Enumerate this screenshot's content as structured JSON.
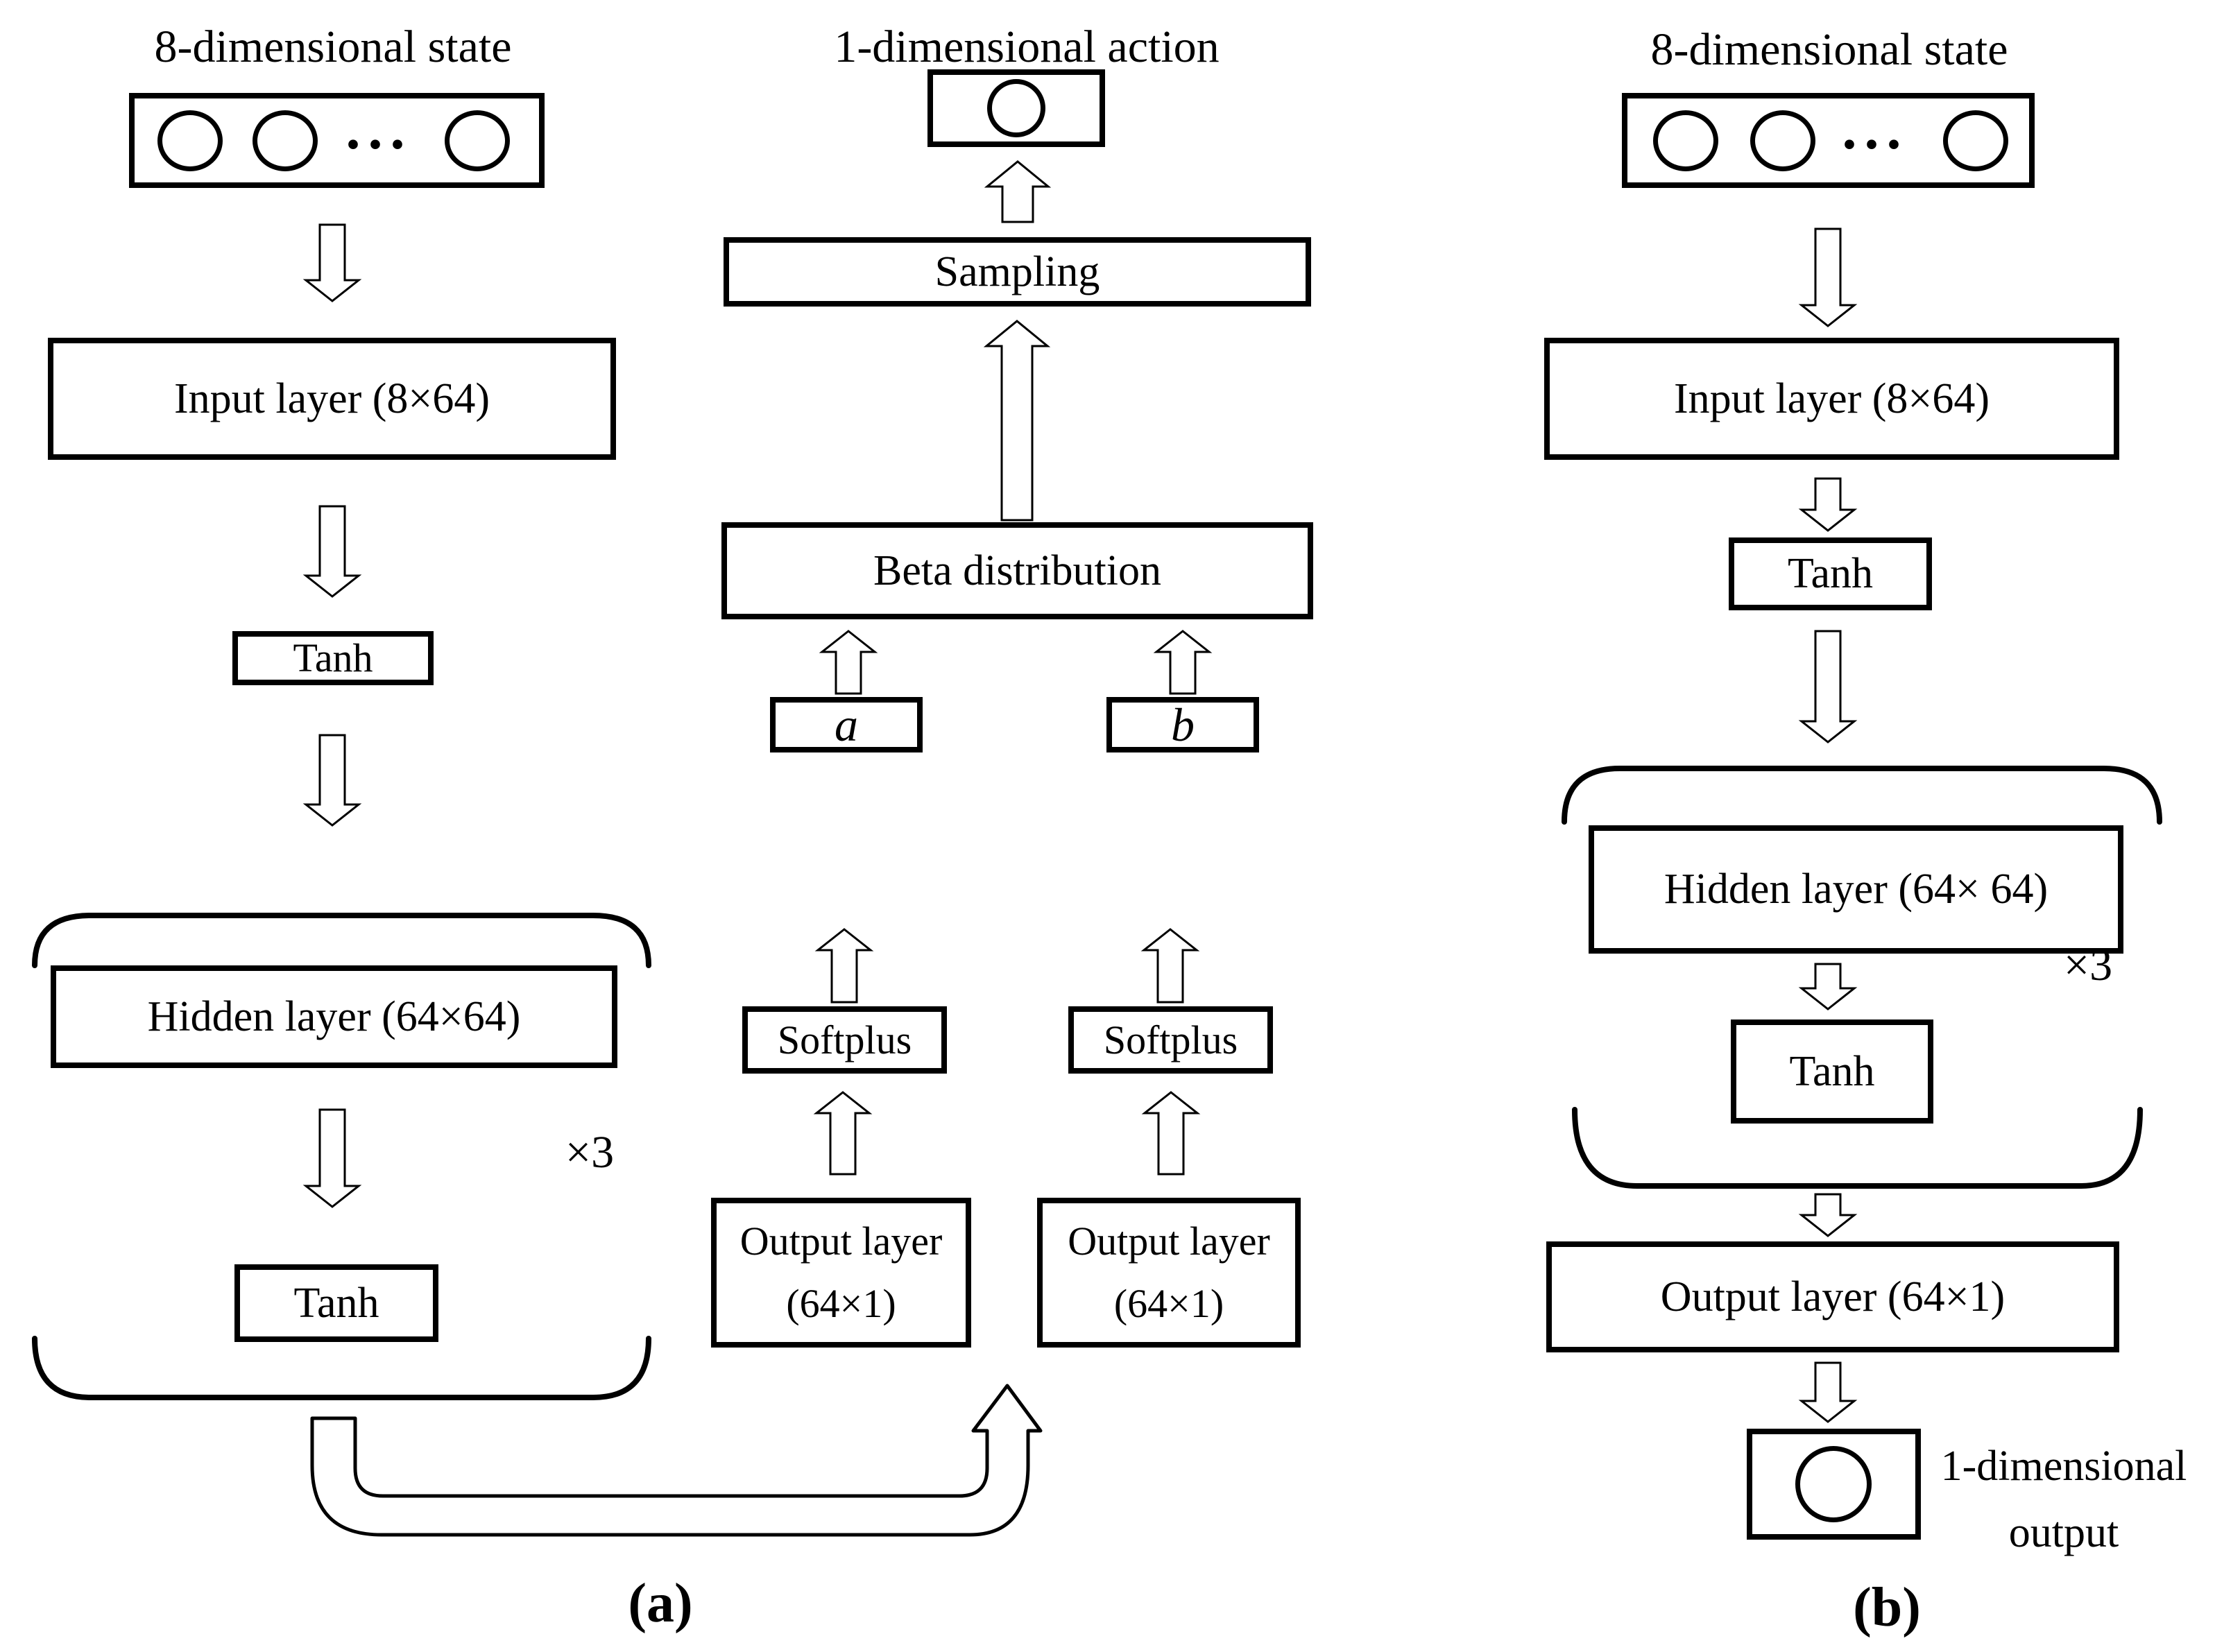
{
  "panel_a": {
    "caption": "(a)",
    "state_title": "8-dimensional state",
    "action_title": "1-dimensional action",
    "dots": "···",
    "input_layer": "Input layer (8×64)",
    "tanh1": "Tanh",
    "hidden_layer": "Hidden layer (64×64)",
    "repeat_label": "×3",
    "tanh2": "Tanh",
    "sampling": "Sampling",
    "beta_distribution": "Beta distribution",
    "param_a": "a",
    "param_b": "b",
    "softplus_left": "Softplus",
    "softplus_right": "Softplus",
    "output_left": {
      "line1": "Output layer",
      "line2": "(64×1)"
    },
    "output_right": {
      "line1": "Output layer",
      "line2": "(64×1)"
    }
  },
  "panel_b": {
    "caption": "(b)",
    "state_title": "8-dimensional state",
    "dots": "···",
    "input_layer": "Input layer (8×64)",
    "tanh1": "Tanh",
    "hidden_layer": "Hidden layer (64× 64)",
    "repeat_label": "×3",
    "tanh2": "Tanh",
    "output_layer": "Output layer (64×1)",
    "output_label": {
      "line1": "1-dimensional",
      "line2": "output"
    }
  },
  "colors": {
    "ink": "#000000",
    "paper": "#ffffff"
  }
}
